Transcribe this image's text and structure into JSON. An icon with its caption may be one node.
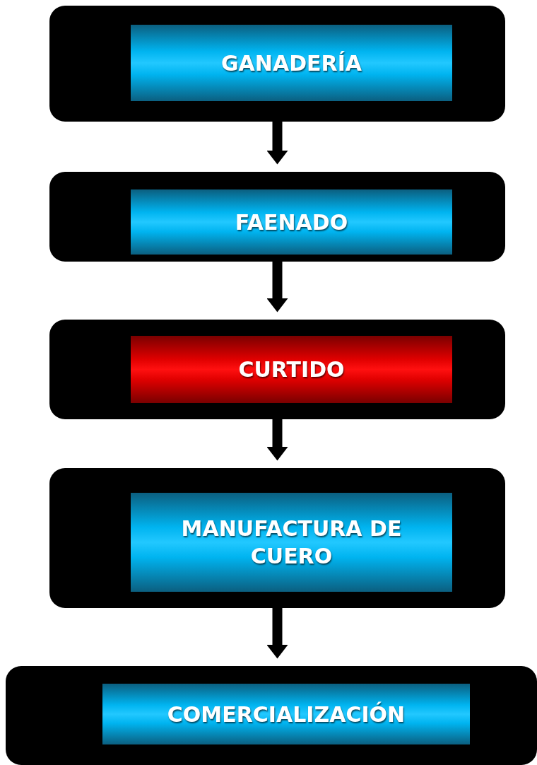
{
  "diagram": {
    "nodes": [
      {
        "text": [],
        "shape": "box"
      },
      {
        "text": [
          "GANADERÍA"
        ],
        "in": 0
      },
      {
        "text": [],
        "shape": "box"
      },
      {
        "text": [
          "FAENADO"
        ],
        "in": 2
      },
      {
        "text": [],
        "shape": "box"
      },
      {
        "text": [
          "CURTIDO"
        ],
        "in": 4
      },
      {
        "text": [],
        "shape": "box"
      },
      {
        "text": [
          "MANUFACTURA DE CUERO"
        ],
        "in": 6
      },
      {
        "text": [],
        "shape": "box"
      },
      {
        "text": [
          "COMERCIALIZACIÓN"
        ],
        "in": 8
      }
    ],
    "edges": [
      {
        "from": 0,
        "to": 2,
        "arrow": "to"
      },
      {
        "from": 2,
        "to": 4,
        "arrow": "to"
      },
      {
        "from": 4,
        "to": 6,
        "arrow": "to"
      },
      {
        "from": 6,
        "to": 8,
        "arrow": "to"
      }
    ]
  }
}
